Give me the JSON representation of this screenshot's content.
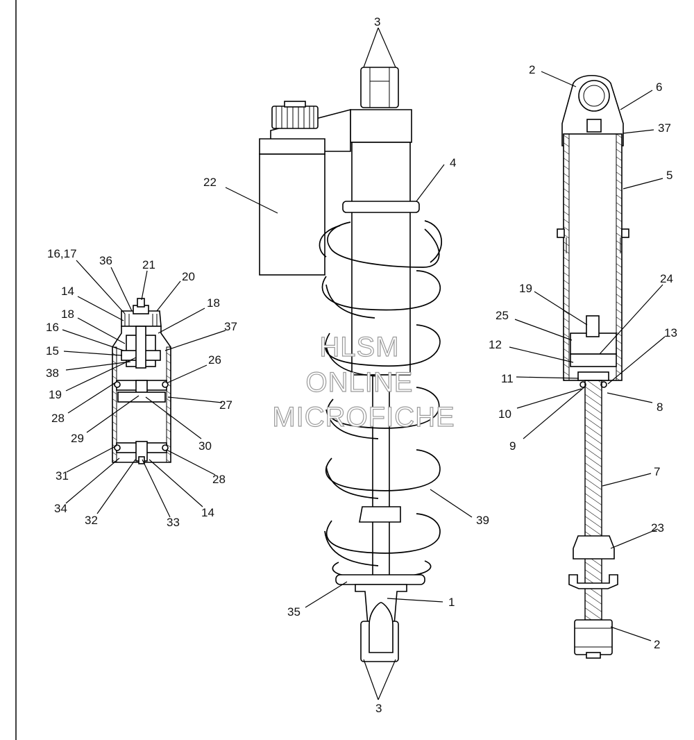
{
  "watermark": {
    "line1": "HLSM",
    "line2": "ONLINE",
    "line3": "MICROFICHE"
  },
  "callouts": {
    "c3_top": "3",
    "c3_bottom": "3",
    "c4": "4",
    "c22": "22",
    "c39": "39",
    "c35": "35",
    "c1": "1",
    "r2_top": "2",
    "r6": "6",
    "r37": "37",
    "r5": "5",
    "r19": "19",
    "r24": "24",
    "r25": "25",
    "r13": "13",
    "r12": "12",
    "r11": "11",
    "r10": "10",
    "r8": "8",
    "r9": "9",
    "r7": "7",
    "r23": "23",
    "r2_bottom": "2",
    "l16_17": "16,17",
    "l36": "36",
    "l21": "21",
    "l14_top": "14",
    "l20": "20",
    "l18_left": "18",
    "l18_right": "18",
    "l16": "16",
    "l37": "37",
    "l15": "15",
    "l26": "26",
    "l38": "38",
    "l19": "19",
    "l27": "27",
    "l28_left": "28",
    "l29": "29",
    "l30": "30",
    "l31": "31",
    "l28_right": "28",
    "l34": "34",
    "l32": "32",
    "l33": "33",
    "l14_bottom": "14"
  }
}
